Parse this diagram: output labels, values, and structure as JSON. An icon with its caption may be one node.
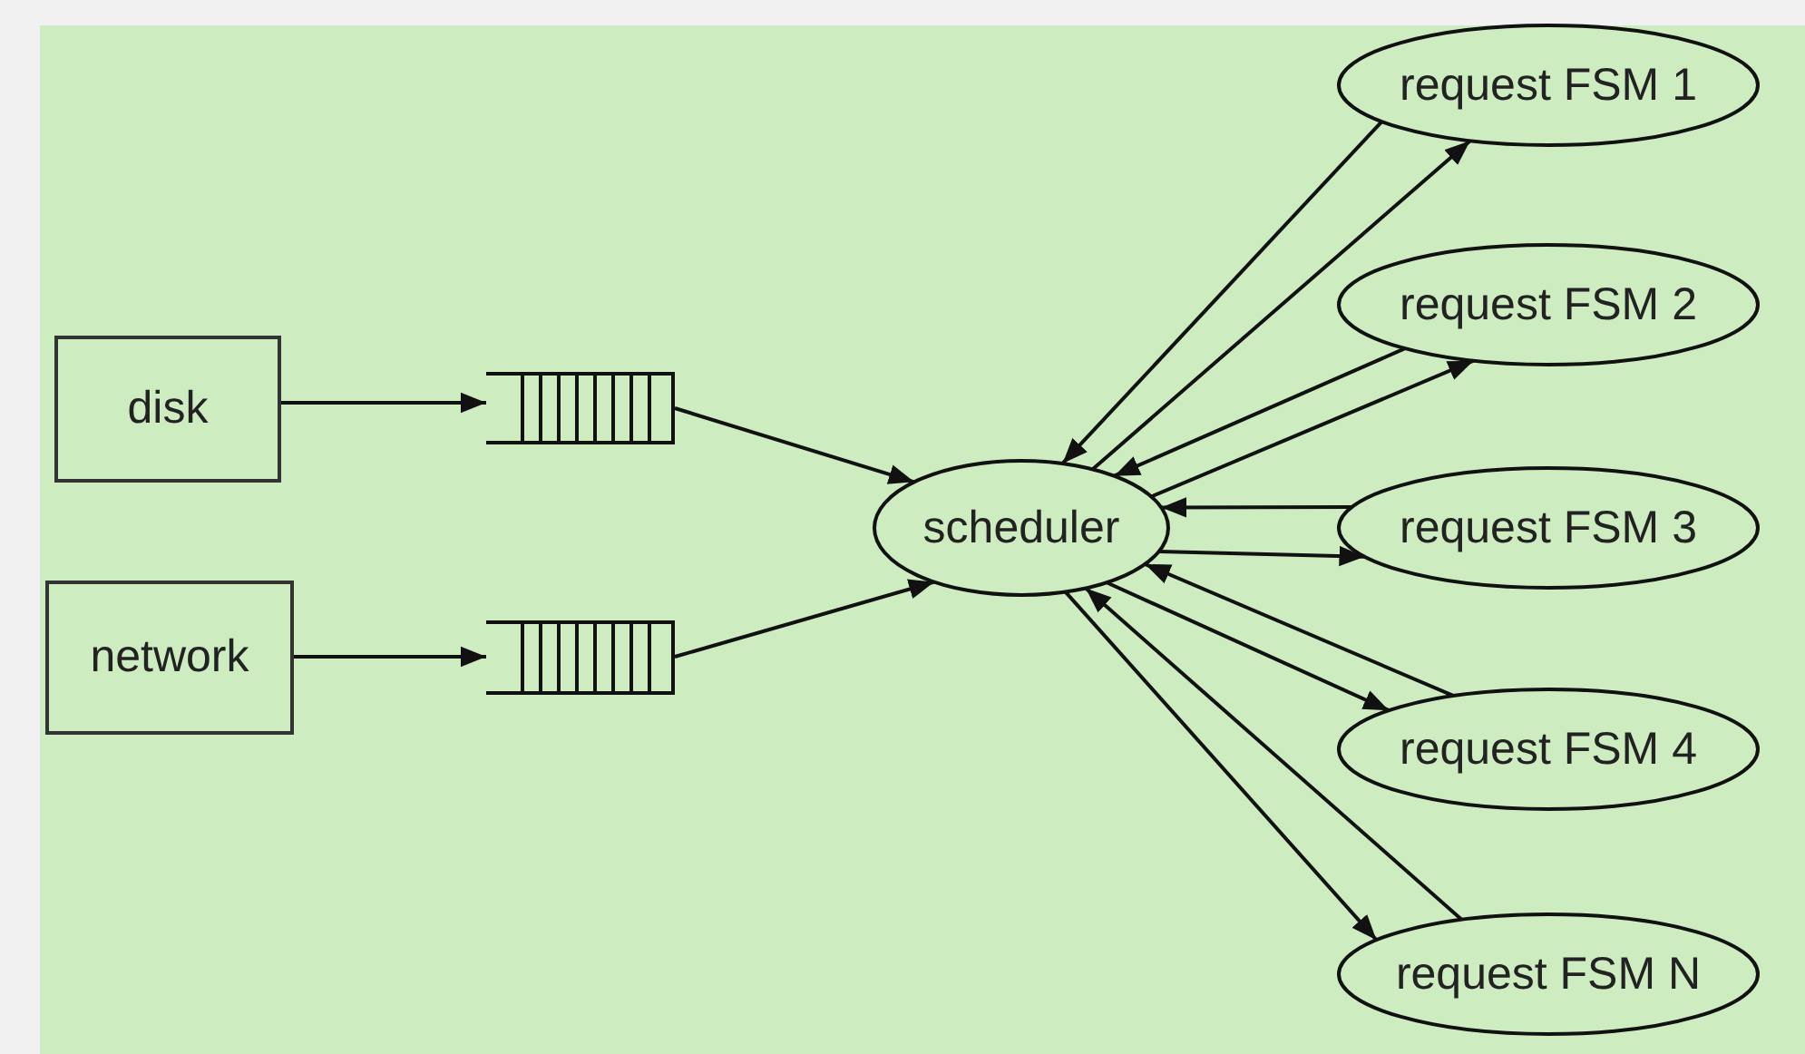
{
  "diagram": {
    "nodes": [
      {
        "text": [
          "disk"
        ]
      },
      {
        "text": [
          "network"
        ]
      },
      {
        "text": [],
        "shape": "queue"
      },
      {
        "text": [],
        "shape": "queue"
      },
      {
        "text": [
          "scheduler"
        ]
      },
      {
        "text": [
          "request FSM 1"
        ]
      },
      {
        "text": [
          "request FSM 2"
        ]
      },
      {
        "text": [
          "request FSM 3"
        ]
      },
      {
        "text": [
          "request FSM 4"
        ]
      },
      {
        "text": [
          "request FSM N"
        ]
      }
    ],
    "edges": [
      {
        "from": 0,
        "to": 2,
        "arrow": "to"
      },
      {
        "from": 1,
        "to": 3,
        "arrow": "to"
      },
      {
        "from": 2,
        "to": 4,
        "arrow": "to"
      },
      {
        "from": 3,
        "to": 4,
        "arrow": "to"
      },
      {
        "from": 5,
        "to": 4,
        "arrow": "to"
      },
      {
        "from": 4,
        "to": 5,
        "arrow": "to"
      },
      {
        "from": 6,
        "to": 4,
        "arrow": "to"
      },
      {
        "from": 4,
        "to": 6,
        "arrow": "to"
      },
      {
        "from": 7,
        "to": 4,
        "arrow": "to"
      },
      {
        "from": 4,
        "to": 7,
        "arrow": "to"
      },
      {
        "from": 8,
        "to": 4,
        "arrow": "to"
      },
      {
        "from": 4,
        "to": 8,
        "arrow": "to"
      },
      {
        "from": 9,
        "to": 4,
        "arrow": "to"
      },
      {
        "from": 4,
        "to": 9,
        "arrow": "to"
      }
    ]
  }
}
